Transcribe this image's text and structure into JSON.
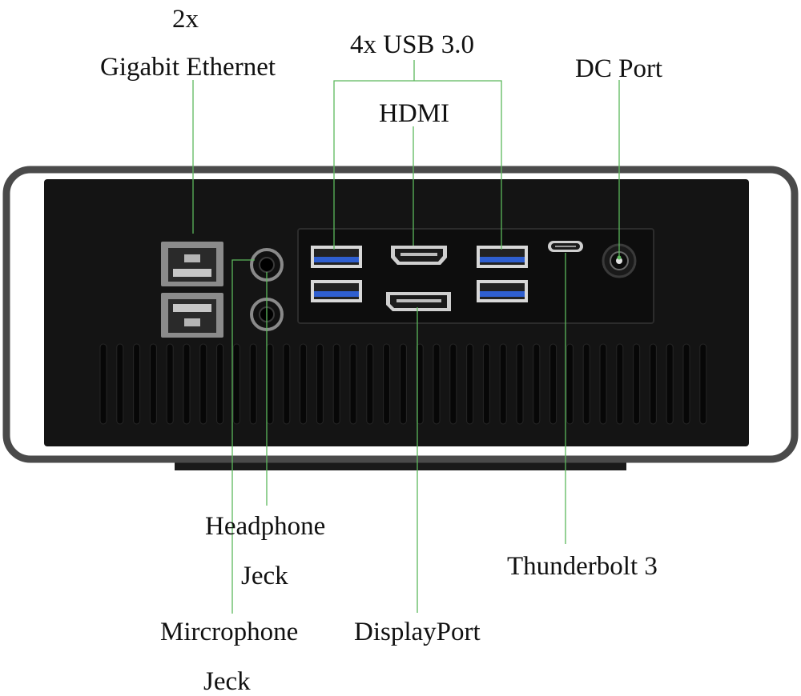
{
  "labels": {
    "ethernet_count": "2x",
    "ethernet": "Gigabit Ethernet",
    "usb": "4x USB 3.0",
    "hdmi": "HDMI",
    "dc_port": "DC Port",
    "headphone_line1": "Headphone",
    "headphone_line2": "Jeck",
    "thunderbolt": "Thunderbolt 3",
    "microphone_line1": "Mircrophone",
    "microphone_line2": "Jeck",
    "displayport": "DisplayPort"
  },
  "colors": {
    "leader_line": "#5cb85c",
    "chassis": "#141414",
    "frame": "#4a4a4a",
    "usb_accent": "#2f5fd0",
    "background": "#ffffff"
  }
}
